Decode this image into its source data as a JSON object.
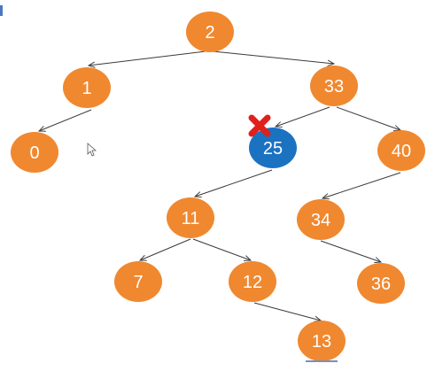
{
  "tree": {
    "nodes": [
      {
        "id": "n2",
        "label": "2",
        "state": "normal"
      },
      {
        "id": "n1",
        "label": "1",
        "state": "normal"
      },
      {
        "id": "n33",
        "label": "33",
        "state": "normal"
      },
      {
        "id": "n0",
        "label": "0",
        "state": "normal"
      },
      {
        "id": "n25",
        "label": "25",
        "state": "deleted"
      },
      {
        "id": "n40",
        "label": "40",
        "state": "normal"
      },
      {
        "id": "n11",
        "label": "11",
        "state": "normal"
      },
      {
        "id": "n34",
        "label": "34",
        "state": "normal"
      },
      {
        "id": "n7",
        "label": "7",
        "state": "normal"
      },
      {
        "id": "n12",
        "label": "12",
        "state": "normal"
      },
      {
        "id": "n36",
        "label": "36",
        "state": "normal"
      },
      {
        "id": "n13",
        "label": "13",
        "state": "normal"
      }
    ],
    "edges": [
      {
        "from": "n2",
        "to": "n1"
      },
      {
        "from": "n2",
        "to": "n33"
      },
      {
        "from": "n1",
        "to": "n0"
      },
      {
        "from": "n33",
        "to": "n25"
      },
      {
        "from": "n33",
        "to": "n40"
      },
      {
        "from": "n25",
        "to": "n11"
      },
      {
        "from": "n40",
        "to": "n34"
      },
      {
        "from": "n11",
        "to": "n7"
      },
      {
        "from": "n11",
        "to": "n12"
      },
      {
        "from": "n34",
        "to": "n36"
      },
      {
        "from": "n12",
        "to": "n13"
      }
    ]
  },
  "colors": {
    "node": "#f0882f",
    "deleted_node": "#1b72c1",
    "delete_mark": "#e0201c",
    "edge": "#3a3a3a",
    "label": "#ffffff"
  },
  "icons": {
    "delete_mark": "x-mark-icon",
    "cursor": "mouse-pointer-icon"
  }
}
